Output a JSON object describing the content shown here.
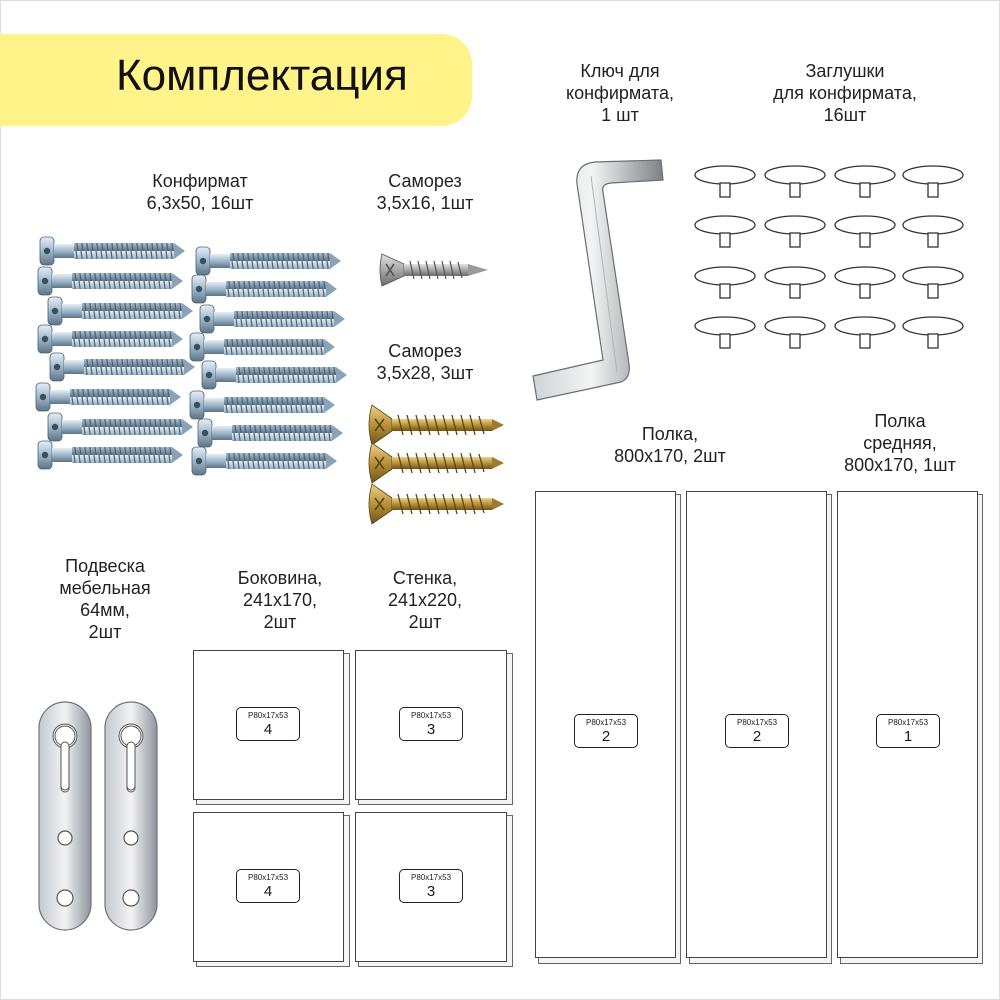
{
  "title": "Комплектация",
  "items": {
    "confirmat": "Конфирмат\n6,3х50, 16шт",
    "screw16": "Саморез\n3,5х16, 1шт",
    "screw28": "Саморез\n3,5х28, 3шт",
    "key": "Ключ для\nконфирмата,\n1 шт",
    "caps": "Заглушки\nдля конфирмата,\n16шт",
    "hanger": "Подвеска\nмебельная\n64мм,\n2шт",
    "side": "Боковина,\n241х170,\n2шт",
    "wall": "Стенка,\n241х220,\n2шт",
    "shelf": "Полка,\n800х170, 2шт",
    "shelf_mid": "Полка\nсредняя,\n800х170, 1шт"
  },
  "tags": {
    "side1": {
      "code": "P80x17x53",
      "num": "4"
    },
    "side2": {
      "code": "P80x17x53",
      "num": "4"
    },
    "wall1": {
      "code": "P80x17x53",
      "num": "3"
    },
    "wall2": {
      "code": "P80x17x53",
      "num": "3"
    },
    "shelf1": {
      "code": "P80x17x53",
      "num": "2"
    },
    "shelf2": {
      "code": "P80x17x53",
      "num": "2"
    },
    "shelf3": {
      "code": "P80x17x53",
      "num": "1"
    }
  },
  "colors": {
    "banner": "#fff389",
    "zinc": "#a9c2d6",
    "brass": "#b8923a"
  }
}
